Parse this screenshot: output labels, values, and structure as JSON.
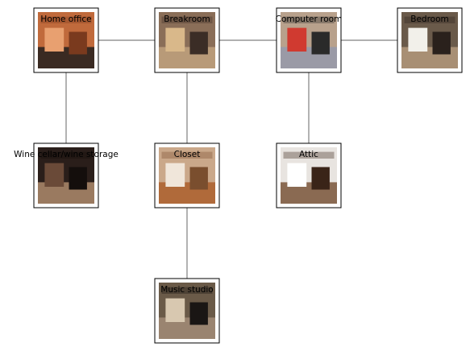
{
  "graph": {
    "nodes": [
      {
        "id": "home_office",
        "label": "Home office",
        "icon": "home-office-photo",
        "palette": {
          "bg": "#c06a3c",
          "a": "#e8a070",
          "b": "#7a3a1e",
          "c": "#3a2a22"
        }
      },
      {
        "id": "breakroom",
        "label": "Breakroom",
        "icon": "breakroom-photo",
        "palette": {
          "bg": "#8a6e58",
          "a": "#d9b88a",
          "b": "#3b2d26",
          "c": "#b89a78"
        }
      },
      {
        "id": "computer_room",
        "label": "Computer room",
        "icon": "computer-room-photo",
        "palette": {
          "bg": "#b8a18c",
          "a": "#d03a30",
          "b": "#2a2a2a",
          "c": "#9a9aa6"
        }
      },
      {
        "id": "bedroom",
        "label": "Bedroom",
        "icon": "bedroom-photo",
        "palette": {
          "bg": "#6a5a4a",
          "a": "#f2f0ea",
          "b": "#2a211c",
          "c": "#a88f74"
        }
      },
      {
        "id": "wine_cellar",
        "label": "Wine cellar/wine storage",
        "icon": "wine-cellar-photo",
        "palette": {
          "bg": "#2a1e1a",
          "a": "#6a4a38",
          "b": "#140e0c",
          "c": "#9a7a60"
        }
      },
      {
        "id": "closet",
        "label": "Closet",
        "icon": "closet-photo",
        "palette": {
          "bg": "#caa88a",
          "a": "#f0e6da",
          "b": "#7a4e2e",
          "c": "#b06a3a"
        }
      },
      {
        "id": "attic",
        "label": "Attic",
        "icon": "attic-photo",
        "palette": {
          "bg": "#e8e4e0",
          "a": "#ffffff",
          "b": "#3a2418",
          "c": "#8a6a52"
        }
      },
      {
        "id": "music_studio",
        "label": "Music studio",
        "icon": "music-studio-photo",
        "palette": {
          "bg": "#6a5a48",
          "a": "#d8c8b0",
          "b": "#1a1614",
          "c": "#9a8470"
        }
      }
    ],
    "edges": [
      [
        "home_office",
        "breakroom"
      ],
      [
        "breakroom",
        "computer_room"
      ],
      [
        "computer_room",
        "bedroom"
      ],
      [
        "home_office",
        "wine_cellar"
      ],
      [
        "breakroom",
        "closet"
      ],
      [
        "computer_room",
        "attic"
      ],
      [
        "closet",
        "music_studio"
      ]
    ]
  }
}
